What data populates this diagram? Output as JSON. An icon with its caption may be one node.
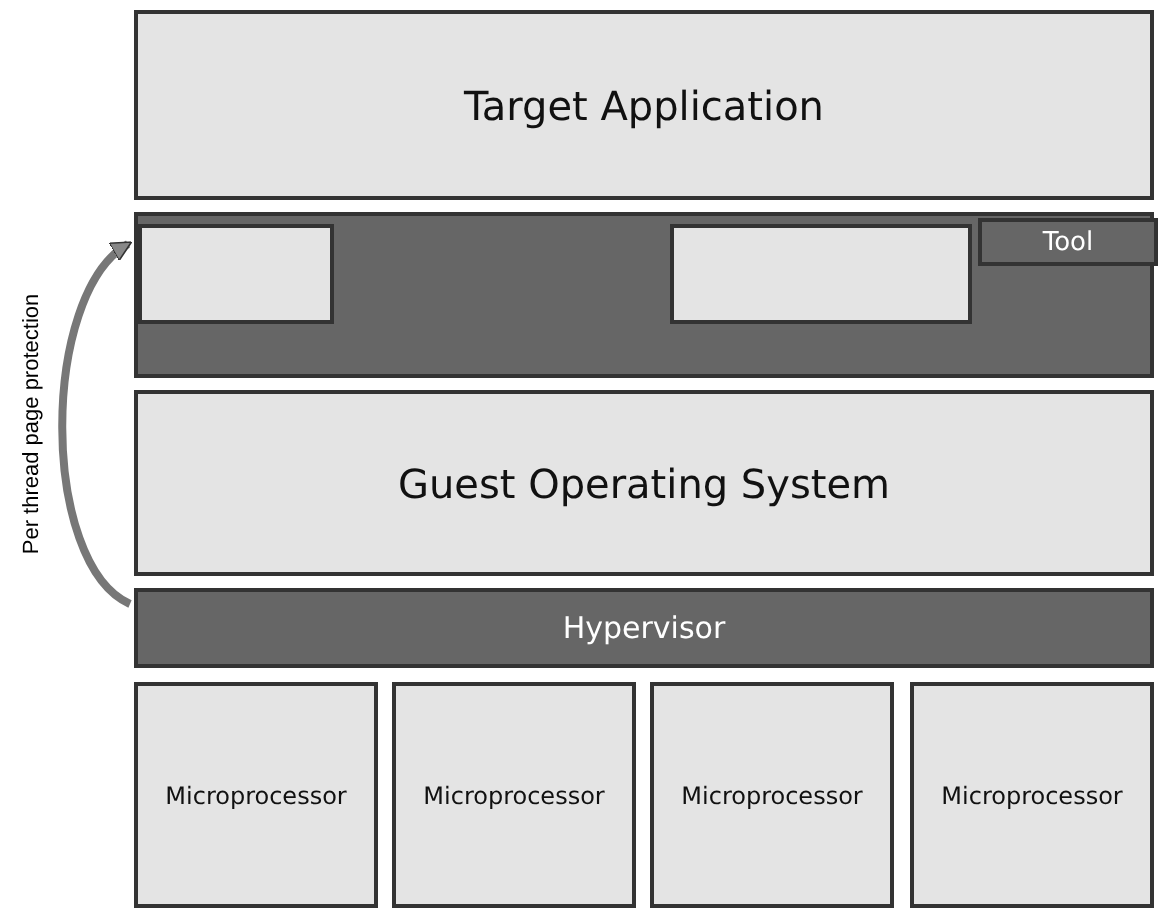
{
  "diagram": {
    "nodes": [
      {
        "text": [
          "Target Application"
        ]
      },
      {
        "text": [],
        "shape": "box"
      },
      {
        "text": [],
        "shape": "box",
        "in": 1
      },
      {
        "text": [],
        "shape": "box",
        "in": 1
      },
      {
        "text": [
          "Tool"
        ],
        "in": 1
      },
      {
        "text": [
          "Guest Operating System"
        ]
      },
      {
        "text": [
          "Hypervisor"
        ]
      },
      {
        "text": [
          "Microprocessor"
        ]
      },
      {
        "text": [
          "Microprocessor"
        ]
      },
      {
        "text": [
          "Microprocessor"
        ]
      },
      {
        "text": [
          "Microprocessor"
        ]
      }
    ],
    "edges": [
      {
        "from": 6,
        "to": 2,
        "arrow": "to",
        "label": "Per thread page protection"
      }
    ]
  }
}
